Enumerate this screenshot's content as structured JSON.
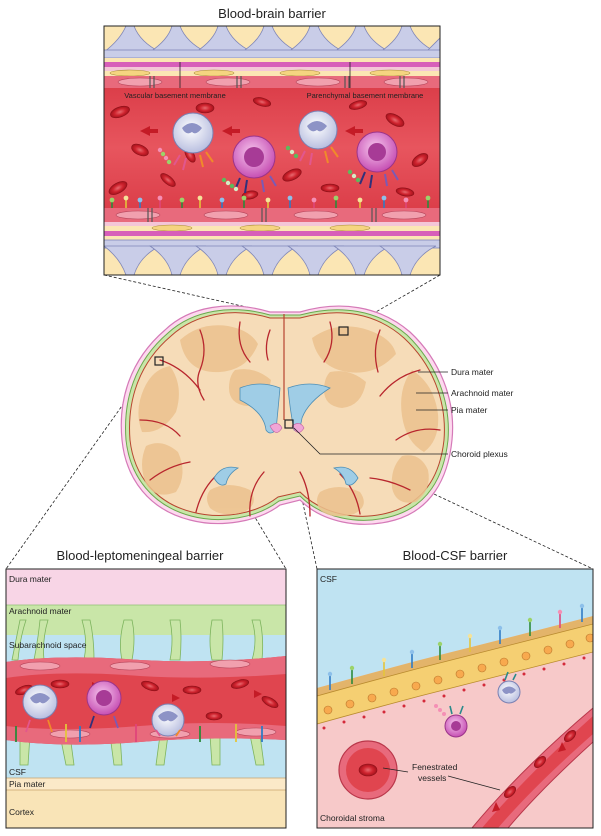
{
  "titles": {
    "bbb": "Blood-brain barrier",
    "blmb": "Blood-leptomeningeal barrier",
    "bcsf": "Blood-CSF barrier"
  },
  "bbb_labels": {
    "vascular_bm": "Vascular basement membrane",
    "parenchymal_bm": "Parenchymal basement membrane"
  },
  "brain_labels": {
    "dura": "Dura mater",
    "arachnoid": "Arachnoid mater",
    "pia": "Pia mater",
    "choroid": "Choroid plexus"
  },
  "blmb_labels": {
    "dura": "Dura mater",
    "arachnoid": "Arachnoid mater",
    "subarachnoid": "Subarachnoid space",
    "csf": "CSF",
    "pia": "Pia mater",
    "cortex": "Cortex"
  },
  "bcsf_labels": {
    "csf": "CSF",
    "fenestrated": [
      "Fenestrated",
      "vessels"
    ],
    "stroma": "Choroidal stroma"
  },
  "colors": {
    "blood": "#e0454f",
    "rbc": "#cc1f2a",
    "astro": "#c9cde8",
    "parenchyma": "#fbe6b4",
    "brain_tissue": "#f6dcb8",
    "gray_matter": "#ecc28e",
    "ventricle": "#9fcde6",
    "csf": "#bfe3f2",
    "dura": "#f8d5e6",
    "arachnoid": "#c9e6a8",
    "pia": "#fbe9c8",
    "cortex": "#f9e4b7",
    "stroma": "#f7c9c9",
    "epithelium": "#f5cf72",
    "leukocyte_white": "#dde0f2",
    "leukocyte_pink": "#d865c4"
  }
}
